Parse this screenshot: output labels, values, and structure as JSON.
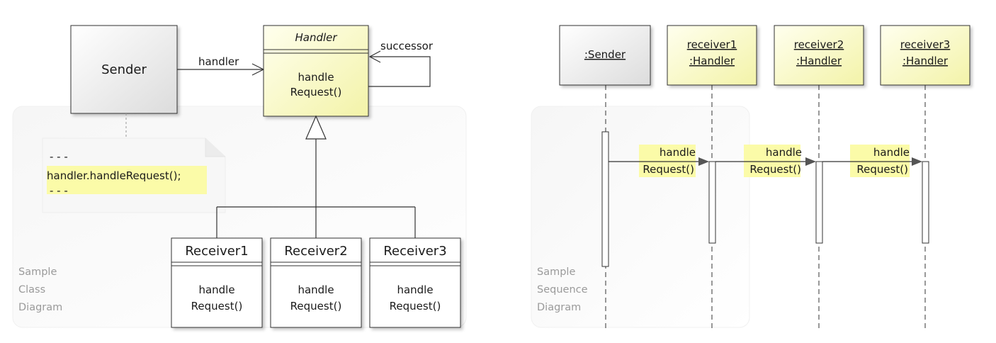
{
  "class_diagram": {
    "caption": [
      "Sample",
      "Class",
      "Diagram"
    ],
    "sender": {
      "name": "Sender"
    },
    "handler": {
      "name": "Handler",
      "operation": [
        "handle",
        "Request()"
      ]
    },
    "association_label": "handler",
    "self_association_label": "successor",
    "note": {
      "dots_top": "- - -",
      "code": "handler.handleRequest();",
      "dots_bottom": "- - -"
    },
    "receivers": [
      {
        "name": "Receiver1",
        "operation": [
          "handle",
          "Request()"
        ]
      },
      {
        "name": "Receiver2",
        "operation": [
          "handle",
          "Request()"
        ]
      },
      {
        "name": "Receiver3",
        "operation": [
          "handle",
          "Request()"
        ]
      }
    ]
  },
  "sequence_diagram": {
    "caption": [
      "Sample",
      "Sequence",
      "Diagram"
    ],
    "participants": [
      {
        "lines": [
          ":Sender"
        ],
        "color": "#ececec"
      },
      {
        "lines": [
          "receiver1",
          ":Handler"
        ],
        "color": "#fbfbd0"
      },
      {
        "lines": [
          "receiver2",
          ":Handler"
        ],
        "color": "#fbfbd0"
      },
      {
        "lines": [
          "receiver3",
          ":Handler"
        ],
        "color": "#fbfbd0"
      }
    ],
    "messages": [
      {
        "lines": [
          "handle",
          "Request()"
        ]
      },
      {
        "lines": [
          "handle",
          "Request()"
        ]
      },
      {
        "lines": [
          "handle",
          "Request()"
        ]
      }
    ]
  },
  "colors": {
    "class_yellow": "#fbfbc4",
    "gray_box": "#ececec",
    "highlight": "#fbfba8",
    "stroke": "#333333"
  }
}
